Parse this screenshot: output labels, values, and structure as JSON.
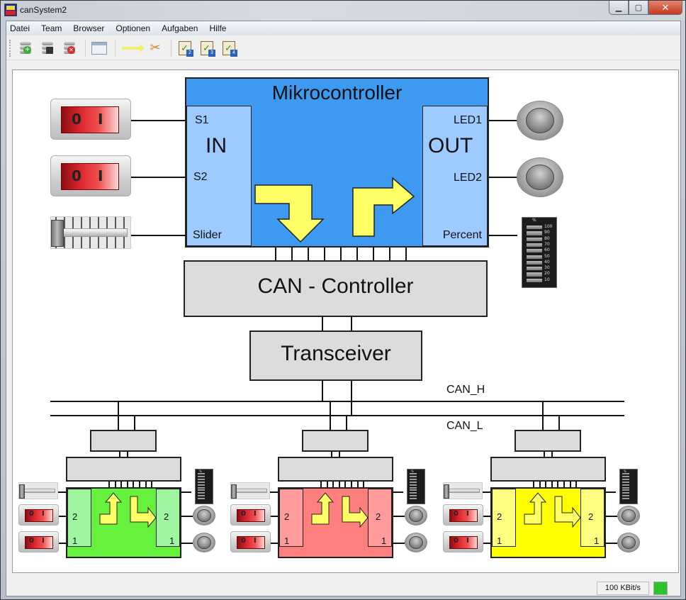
{
  "window": {
    "title": "canSystem2",
    "controls": {
      "minimize": "▁",
      "maximize": "▢",
      "close": "✕"
    }
  },
  "menu": [
    "Datei",
    "Team",
    "Browser",
    "Optionen",
    "Aufgaben",
    "Hilfe"
  ],
  "toolbar": [
    {
      "name": "new-database-button",
      "icon": "database-add-icon"
    },
    {
      "name": "save-database-button",
      "icon": "database-save-icon"
    },
    {
      "name": "delete-database-button",
      "icon": "database-delete-icon"
    },
    {
      "name": "window-button",
      "icon": "window-icon"
    },
    {
      "name": "arrow-button",
      "icon": "arrow-right-icon"
    },
    {
      "name": "tools-button",
      "icon": "tools-icon"
    },
    {
      "name": "task-2-button",
      "icon": "clipboard-check-icon",
      "badge": "2"
    },
    {
      "name": "task-3-button",
      "icon": "clipboard-check-icon",
      "badge": "3"
    },
    {
      "name": "task-4-button",
      "icon": "clipboard-check-icon",
      "badge": "4"
    }
  ],
  "diagram": {
    "microcontroller": {
      "title": "Mikrocontroller",
      "in_label": "IN",
      "out_label": "OUT",
      "inputs": [
        "S1",
        "S2",
        "Slider"
      ],
      "outputs": [
        "LED1",
        "LED2",
        "Percent"
      ],
      "color": "#3d9af0",
      "side_color": "#9dcbff"
    },
    "can_controller": {
      "label": "CAN - Controller"
    },
    "transceiver": {
      "label": "Transceiver"
    },
    "bus": {
      "high": "CAN_H",
      "low": "CAN_L"
    },
    "switch": {
      "off": "0",
      "on": "I"
    },
    "meter": {
      "unit": "%",
      "ticks": [
        "100",
        "90",
        "80",
        "70",
        "60",
        "50",
        "40",
        "30",
        "20",
        "10"
      ]
    },
    "nodes": [
      {
        "name": "node-1",
        "color": "#66f23c",
        "side_color": "#a0f5a0",
        "in_labels": [
          "2",
          "1"
        ],
        "out_labels": [
          "2",
          "1"
        ]
      },
      {
        "name": "node-2",
        "color": "#ff7f7f",
        "side_color": "#ff9b9b",
        "in_labels": [
          "2",
          "1"
        ],
        "out_labels": [
          "2",
          "1"
        ]
      },
      {
        "name": "node-3",
        "color": "#ffff00",
        "side_color": "#ffff80",
        "in_labels": [
          "2",
          "1"
        ],
        "out_labels": [
          "2",
          "1"
        ]
      }
    ]
  },
  "status": {
    "bitrate": "100 KBit/s",
    "connection_color": "#2cc42a"
  }
}
